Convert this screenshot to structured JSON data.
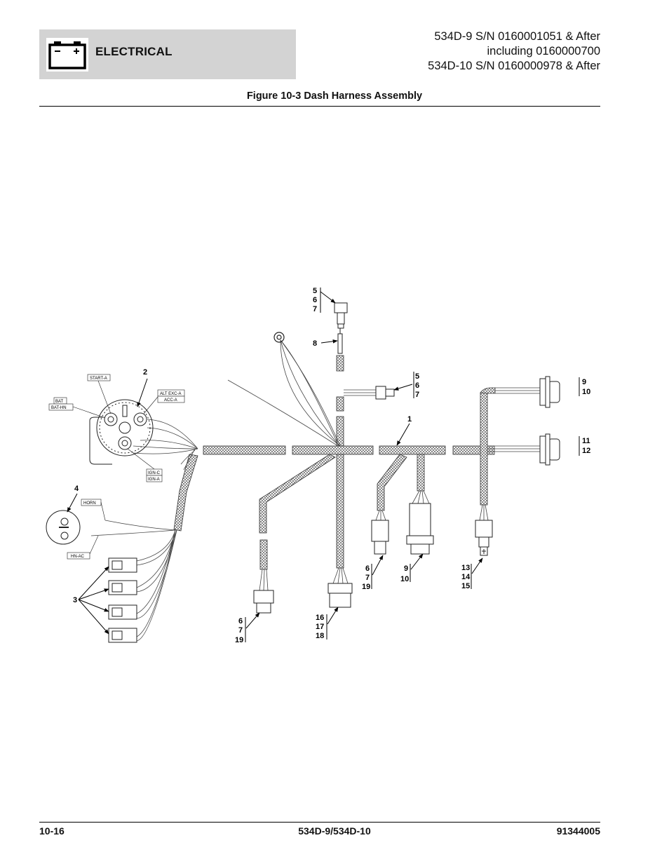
{
  "header": {
    "section": "ELECTRICAL",
    "icon": "battery-icon",
    "model_line_1": "534D-9 S/N 0160001051 & After",
    "model_line_2": "including 0160000700",
    "model_line_3": "534D-10 S/N 0160000978 & After"
  },
  "figure": {
    "title": "Figure 10-3 Dash Harness Assembly"
  },
  "callouts": {
    "c_5_6_7_top": [
      "5",
      "6",
      "7"
    ],
    "c_8": "8",
    "c_5_6_7_right": [
      "5",
      "6",
      "7"
    ],
    "c_2": "2",
    "c_1": "1",
    "c_9_10_top": [
      "9",
      "10"
    ],
    "c_11_12": [
      "11",
      "12"
    ],
    "c_4": "4",
    "c_3": "3",
    "c_6_7_19_mid": [
      "6",
      "7",
      "19"
    ],
    "c_9_10_bottom": [
      "9",
      "10"
    ],
    "c_13_14_15": [
      "13",
      "14",
      "15"
    ],
    "c_16_17_18": [
      "16",
      "17",
      "18"
    ],
    "c_6_7_19_left": [
      "6",
      "7",
      "19"
    ]
  },
  "wire_tags": {
    "start_a": "START-A",
    "bat": "BAT",
    "bat_hn": "BAT-HN",
    "alt_exc_a": "ALT EXC-A",
    "acc_a": "ACC-A",
    "ign_c": "IGN-C",
    "ign_a": "IGN-A",
    "horn": "HORN",
    "hn_ac": "HN-AC"
  },
  "footer": {
    "page": "10-16",
    "model": "534D-9/534D-10",
    "doc_number": "91344005"
  }
}
